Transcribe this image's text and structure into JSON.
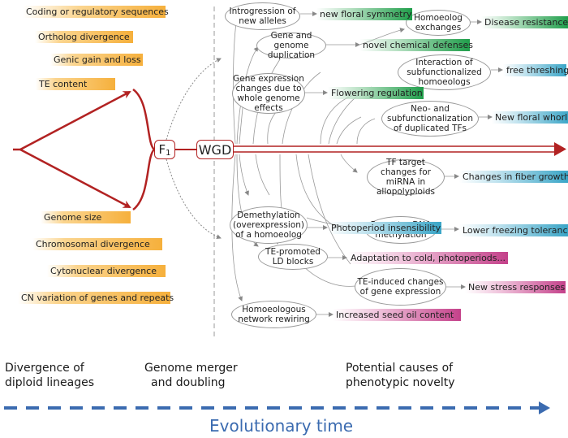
{
  "left_factors_top": [
    "Coding or regulatory sequences",
    "Ortholog divergence",
    "Genic gain and loss",
    "TE content"
  ],
  "left_factors_bottom": [
    "Genome size",
    "Chromosomal divergence",
    "Cytonuclear divergence",
    "CN variation of genes and repeats"
  ],
  "f1": {
    "main": "F",
    "sub": "1"
  },
  "wgd": "WGD",
  "mechanisms": {
    "introgression": "Introgression of new alleles",
    "gene_dup": "Gene and genome duplication",
    "expr_changes": "Gene expression changes due to whole genome effects",
    "demethylation": "Demethylation (overexpression) of a homoeolog",
    "te_ld": "TE-promoted LD blocks",
    "network": "Homoeologous network rewiring",
    "homoeolog_exch": "Homoeolog exchanges",
    "subfunc": "Interaction of subfunctionalized homoeologs",
    "neo": "Neo- and subfunctionalization of duplicated TFs",
    "tf_target": "TF target changes for miRNA in allopolyploids",
    "promoter": "Promoter DNA methylation",
    "te_induced": "TE-induced changes of gene expression"
  },
  "outcomes": {
    "floral_symmetry": "new floral symmetry",
    "chem_defenses": "novel chemical defenses",
    "flowering": "Flowering regulation",
    "disease": "Disease resistance",
    "threshing": "free threshing",
    "floral_whorl": "New floral whorl",
    "fiber": "Changes in fiber growth",
    "photoperiod": "Photoperiod insensibility",
    "freezing": "Lower freezing tolerance",
    "cold": "Adaptation to cold, photoperiods...",
    "stress": "New stress responses",
    "seed_oil": "Increased seed oil content"
  },
  "bottom_labels": {
    "divergence": [
      "Divergence of",
      "diploid lineages"
    ],
    "merger": [
      "Genome merger",
      "and doubling"
    ],
    "causes": [
      "Potential causes of",
      "phenotypic novelty"
    ]
  },
  "timeline": "Evolutionary time",
  "colors": {
    "red": "#b22222",
    "blue": "#3b6bb0",
    "orange": "#f6b03c",
    "green": "#1f9e4a",
    "teal": "#39a5c7",
    "pink": "#c4418a"
  }
}
